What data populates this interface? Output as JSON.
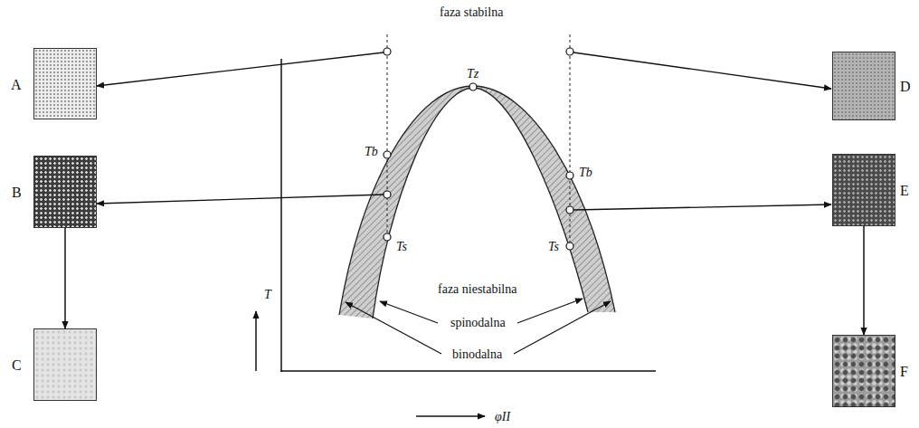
{
  "diagram": {
    "nodes": [
      {
        "text": [
          "A"
        ]
      },
      {
        "text": [
          "B"
        ]
      },
      {
        "text": [
          "C"
        ]
      },
      {
        "text": [
          "D"
        ]
      },
      {
        "text": [
          "E"
        ]
      },
      {
        "text": [
          "F"
        ]
      }
    ],
    "edges": [
      {
        "from": 1,
        "to": 2,
        "arrow": "to"
      },
      {
        "from": 4,
        "to": 5,
        "arrow": "to"
      }
    ],
    "labels": [
      "faza stabilna",
      "Tz",
      "Tb",
      "Tb",
      "Ts",
      "Ts",
      "faza niestabilna",
      "spinodalna",
      "binodalna",
      "T",
      "φII"
    ]
  }
}
